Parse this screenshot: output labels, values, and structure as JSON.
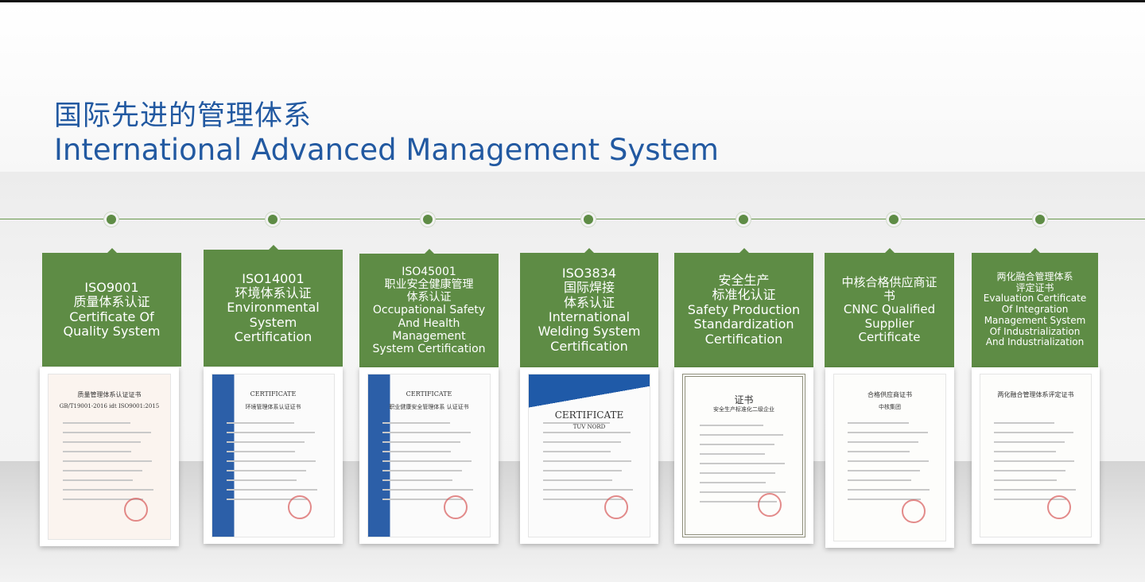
{
  "title": {
    "zh": "国际先进的管理体系",
    "en": "International Advanced Management System"
  },
  "colors": {
    "title": "#2259a1",
    "accent_green": "#5e8c45"
  },
  "certificates": [
    {
      "label": "ISO9001\n质量体系认证\nCertificate Of\nQuality System",
      "doc_heading": "质量管理体系认证证书",
      "doc_sub": "GB/T19001-2016 idt ISO9001:2015"
    },
    {
      "label": "ISO14001\n环境体系认证\nEnvironmental\nSystem\nCertification",
      "doc_heading": "CERTIFICATE",
      "doc_sub": "环境管理体系认证证书"
    },
    {
      "label": "ISO45001\n职业安全健康管理\n体系认证\nOccupational Safety\nAnd Health\nManagement\nSystem Certification",
      "doc_heading": "CERTIFICATE",
      "doc_sub": "职业健康安全管理体系 认证证书"
    },
    {
      "label": "ISO3834\n国际焊接\n体系认证\nInternational\nWelding System\nCertification",
      "doc_heading": "CERTIFICATE",
      "doc_sub": "TÜV NORD"
    },
    {
      "label": "安全生产\n标准化认证\nSafety Production\nStandardization\nCertification",
      "doc_heading": "证书",
      "doc_sub": "安全生产标准化二级企业"
    },
    {
      "label": "中核合格供应商证\n书\nCNNC Qualified\nSupplier\nCertificate",
      "doc_heading": "合格供应商证书",
      "doc_sub": "中核集团"
    },
    {
      "label": "两化融合管理体系\n评定证书\nEvaluation Certificate\nOf Integration\nManagement System\nOf Industrialization\nAnd Industrialization",
      "doc_heading": "两化融合管理体系评定证书",
      "doc_sub": ""
    }
  ]
}
